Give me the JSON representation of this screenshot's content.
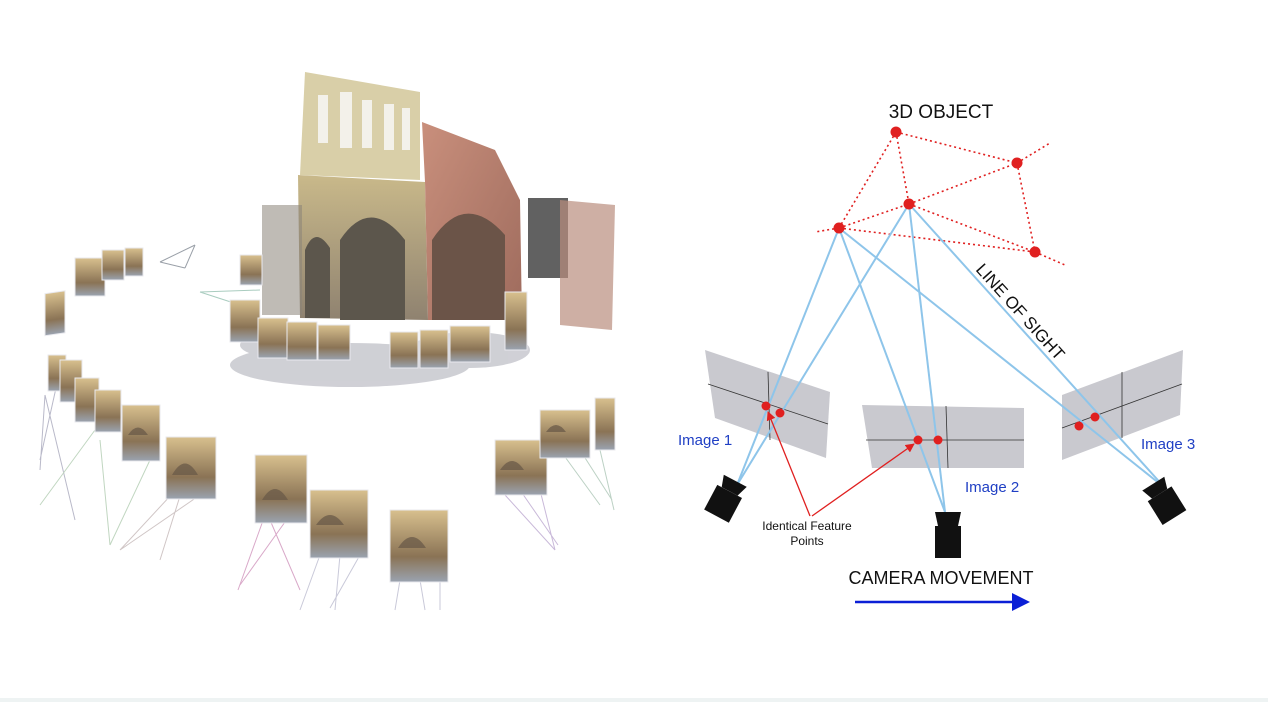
{
  "diagram": {
    "object_label": "3D OBJECT",
    "sight_label": "LINE OF SIGHT",
    "image1_label": "Image 1",
    "image2_label": "Image 2",
    "image3_label": "Image 3",
    "feature_label_line1": "Identical Feature",
    "feature_label_line2": "Points",
    "movement_label": "CAMERA MOVEMENT"
  },
  "colors": {
    "object_red": "#e02020",
    "sight_blue": "#8ec5ea",
    "image_label_blue": "#1f3fc4",
    "arrow_blue": "#0b1fd6",
    "plane_gray": "#c9c9cf",
    "camera_black": "#111111"
  },
  "icons": {
    "camera": "camera-icon",
    "point_cloud": "point-cloud-illustration"
  }
}
